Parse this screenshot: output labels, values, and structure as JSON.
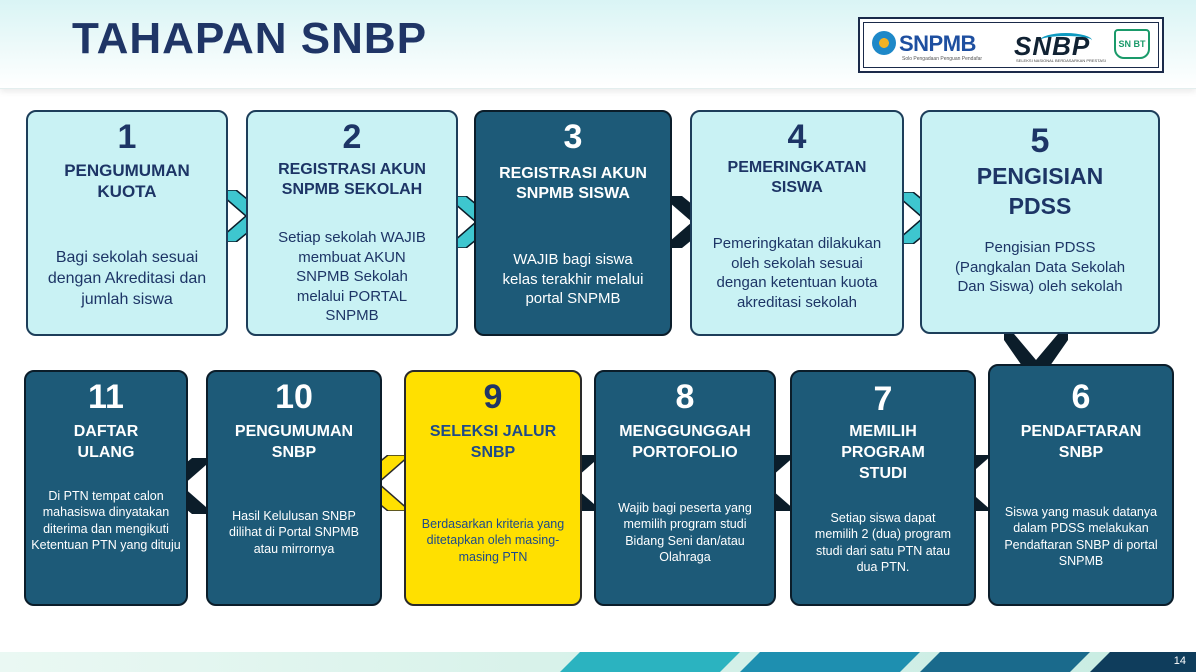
{
  "page": {
    "title": "TAHAPAN SNBP",
    "page_number": "14"
  },
  "logos": {
    "snpmb": "SNPMB",
    "snpmb_tagline": "Solo Pengadaan Penguan Pendafar",
    "snbp": "SNBP",
    "snbp_tagline": "SELEKSI NASIONAL BERDASARKAN PRESTASI",
    "snbt": "SN BT"
  },
  "steps": [
    {
      "number": "1",
      "title": "PENGUMUMAN KUOTA",
      "description": "Bagi sekolah sesuai dengan Akreditasi dan jumlah siswa"
    },
    {
      "number": "2",
      "title": "REGISTRASI AKUN SNPMB  SEKOLAH",
      "description": "Setiap sekolah WAJIB membuat AKUN SNPMB Sekolah melalui PORTAL SNPMB"
    },
    {
      "number": "3",
      "title": "REGISTRASI AKUN SNPMB SISWA",
      "description": "WAJIB bagi siswa kelas terakhir melalui portal SNPMB"
    },
    {
      "number": "4",
      "title": "PEMERINGKATAN SISWA",
      "description": "Pemeringkatan dilakukan oleh sekolah sesuai dengan ketentuan kuota akreditasi sekolah"
    },
    {
      "number": "5",
      "title": "PENGISIAN PDSS",
      "description": "Pengisian PDSS (Pangkalan Data Sekolah Dan Siswa) oleh sekolah"
    },
    {
      "number": "6",
      "title": "PENDAFTARAN SNBP",
      "description": "Siswa yang masuk datanya dalam PDSS melakukan Pendaftaran SNBP di portal SNPMB"
    },
    {
      "number": "7",
      "title": "MEMILIH PROGRAM STUDI",
      "description": "Setiap siswa dapat memilih 2 (dua) program studi dari satu PTN atau dua PTN."
    },
    {
      "number": "8",
      "title": "MENGGUNGGAH PORTOFOLIO",
      "description": "Wajib bagi peserta yang memilih program studi Bidang Seni dan/atau Olahraga"
    },
    {
      "number": "9",
      "title": "SELEKSI JALUR SNBP",
      "description": "Berdasarkan kriteria yang ditetapkan oleh masing-masing PTN"
    },
    {
      "number": "10",
      "title": "PENGUMUMAN SNBP",
      "description": "Hasil Kelulusan SNBP dilihat di Portal SNPMB atau mirrornya"
    },
    {
      "number": "11",
      "title": "DAFTAR ULANG",
      "description": "Di PTN tempat calon mahasiswa dinyatakan diterima dan mengikuti Ketentuan PTN yang dituju"
    }
  ],
  "colors": {
    "title": "#1f3566",
    "light_card": "#c9f2f4",
    "dark_card": "#1d5a78",
    "highlight_card": "#ffe000",
    "arrow_teal": "#3ec6cf",
    "arrow_dark": "#0b1d2a"
  }
}
